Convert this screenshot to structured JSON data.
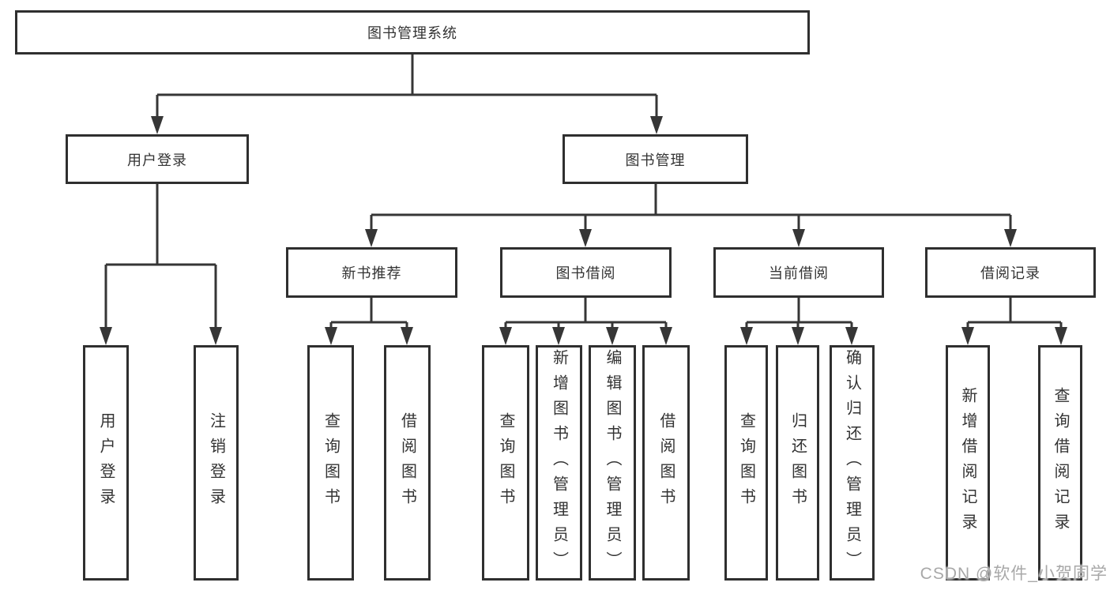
{
  "tree": {
    "label": "图书管理系统",
    "children": [
      {
        "label": "用户登录",
        "children": [
          {
            "label": "用户登录"
          },
          {
            "label": "注销登录"
          }
        ]
      },
      {
        "label": "图书管理",
        "children": [
          {
            "label": "新书推荐",
            "children": [
              {
                "label": "查询图书"
              },
              {
                "label": "借阅图书"
              }
            ]
          },
          {
            "label": "图书借阅",
            "children": [
              {
                "label": "查询图书"
              },
              {
                "label": "新增图书（管理员）"
              },
              {
                "label": "编辑图书（管理员）"
              },
              {
                "label": "借阅图书"
              }
            ]
          },
          {
            "label": "当前借阅",
            "children": [
              {
                "label": "查询图书"
              },
              {
                "label": "归还图书"
              },
              {
                "label": "确认归还（管理员）"
              }
            ]
          },
          {
            "label": "借阅记录",
            "children": [
              {
                "label": "新增借阅记录"
              },
              {
                "label": "查询借阅记录"
              }
            ]
          }
        ]
      }
    ]
  },
  "watermark": {
    "text": "CSDN @软件_小贺同学"
  },
  "colors": {
    "line": "#363636",
    "box_border": "#2f2f2f",
    "box_background": "#ffffff",
    "text": "#333333",
    "watermark": "#a8a8a8",
    "background": "#ffffff"
  }
}
